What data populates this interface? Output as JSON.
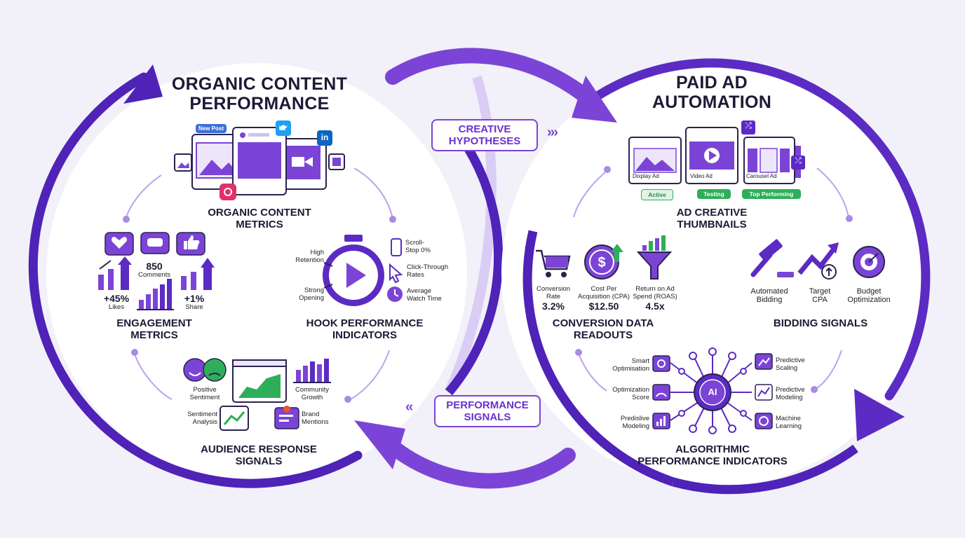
{
  "colors": {
    "primary": "#5b2bc4",
    "accent": "#7b44d6",
    "light": "#ede6fb",
    "green": "#2fae5a",
    "background": "#f2f0f8"
  },
  "left": {
    "title_line1": "ORGANIC CONTENT",
    "title_line2": "PERFORMANCE",
    "new_post": "New Post",
    "metrics_title_line1": "ORGANIC CONTENT",
    "metrics_title_line2": "METRICS",
    "engagement": {
      "title_line1": "ENGAGEMENT",
      "title_line2": "METRICS",
      "likes_value": "+45%",
      "likes_label": "Likes",
      "comments_value": "850",
      "comments_label": "Comments",
      "share_value": "+1%",
      "share_label": "Share"
    },
    "hook": {
      "title_line1": "HOOK PERFORMANCE",
      "title_line2": "INDICATORS",
      "high_retention_line1": "High",
      "high_retention_line2": "Retention",
      "strong_opening_line1": "Strong",
      "strong_opening_line2": "Opening",
      "scroll_stop_line1": "Scroll-",
      "scroll_stop_line2": "Stop 0%",
      "ctr_line1": "Click-Through",
      "ctr_line2": "Rates",
      "watch_line1": "Average",
      "watch_line2": "Watch Time"
    },
    "audience": {
      "title_line1": "AUDIENCE RESPONSE",
      "title_line2": "SIGNALS",
      "positive_line1": "Positive",
      "positive_line2": "Sentiment",
      "sentiment_line1": "Sentiment",
      "sentiment_line2": "Analysis",
      "community_line1": "Community",
      "community_line2": "Growth",
      "brand_line1": "Brand",
      "brand_line2": "Mentions"
    }
  },
  "center": {
    "creative_line1": "CREATIVE",
    "creative_line2": "HYPOTHESES",
    "performance_line1": "PERFORMANCE",
    "performance_line2": "SIGNALS"
  },
  "right": {
    "title_line1": "PAID AD",
    "title_line2": "AUTOMATION",
    "thumbnails": {
      "title_line1": "AD CREATIVE",
      "title_line2": "THUMBNAILS",
      "display_label": "Dixplay Ad",
      "video_label": "Video Ad",
      "carousel_label": "Carousel Ad",
      "active_badge": "Active",
      "testing_badge": "Testing",
      "top_badge": "Top Performing"
    },
    "conversion": {
      "title_line1": "CONVERSION DATA",
      "title_line2": "READOUTS",
      "rate_line1": "Conversion",
      "rate_line2": "Rate",
      "rate_value": "3.2%",
      "cpa_line1": "Cost Per",
      "cpa_line2": "Acquisition (CPA)",
      "cpa_value": "$12.50",
      "roas_line1": "Return on Ad",
      "roas_line2": "Spend (ROAS)",
      "roas_value": "4.5x"
    },
    "bidding": {
      "title": "BIDDING SIGNALS",
      "auto_line1": "Automated",
      "auto_line2": "Bidding",
      "target_line1": "Target",
      "target_line2": "CPA",
      "budget_line1": "Budget",
      "budget_line2": "Optimization"
    },
    "algorithmic": {
      "title_line1": "ALGORITHMIC",
      "title_line2": "PERFORMANCE INDICATORS",
      "center_label": "AI",
      "smart_line1": "Smart",
      "smart_line2": "Optimisation",
      "score_line1": "Optimization",
      "score_line2": "Score",
      "predisive_line1": "Predislive",
      "predisive_line2": "Modeling",
      "scaling_line1": "Predictive",
      "scaling_line2": "Scaling",
      "modeling_line1": "Predictive",
      "modeling_line2": "Modeling",
      "ml_line1": "Machine",
      "ml_line2": "Learning"
    }
  }
}
